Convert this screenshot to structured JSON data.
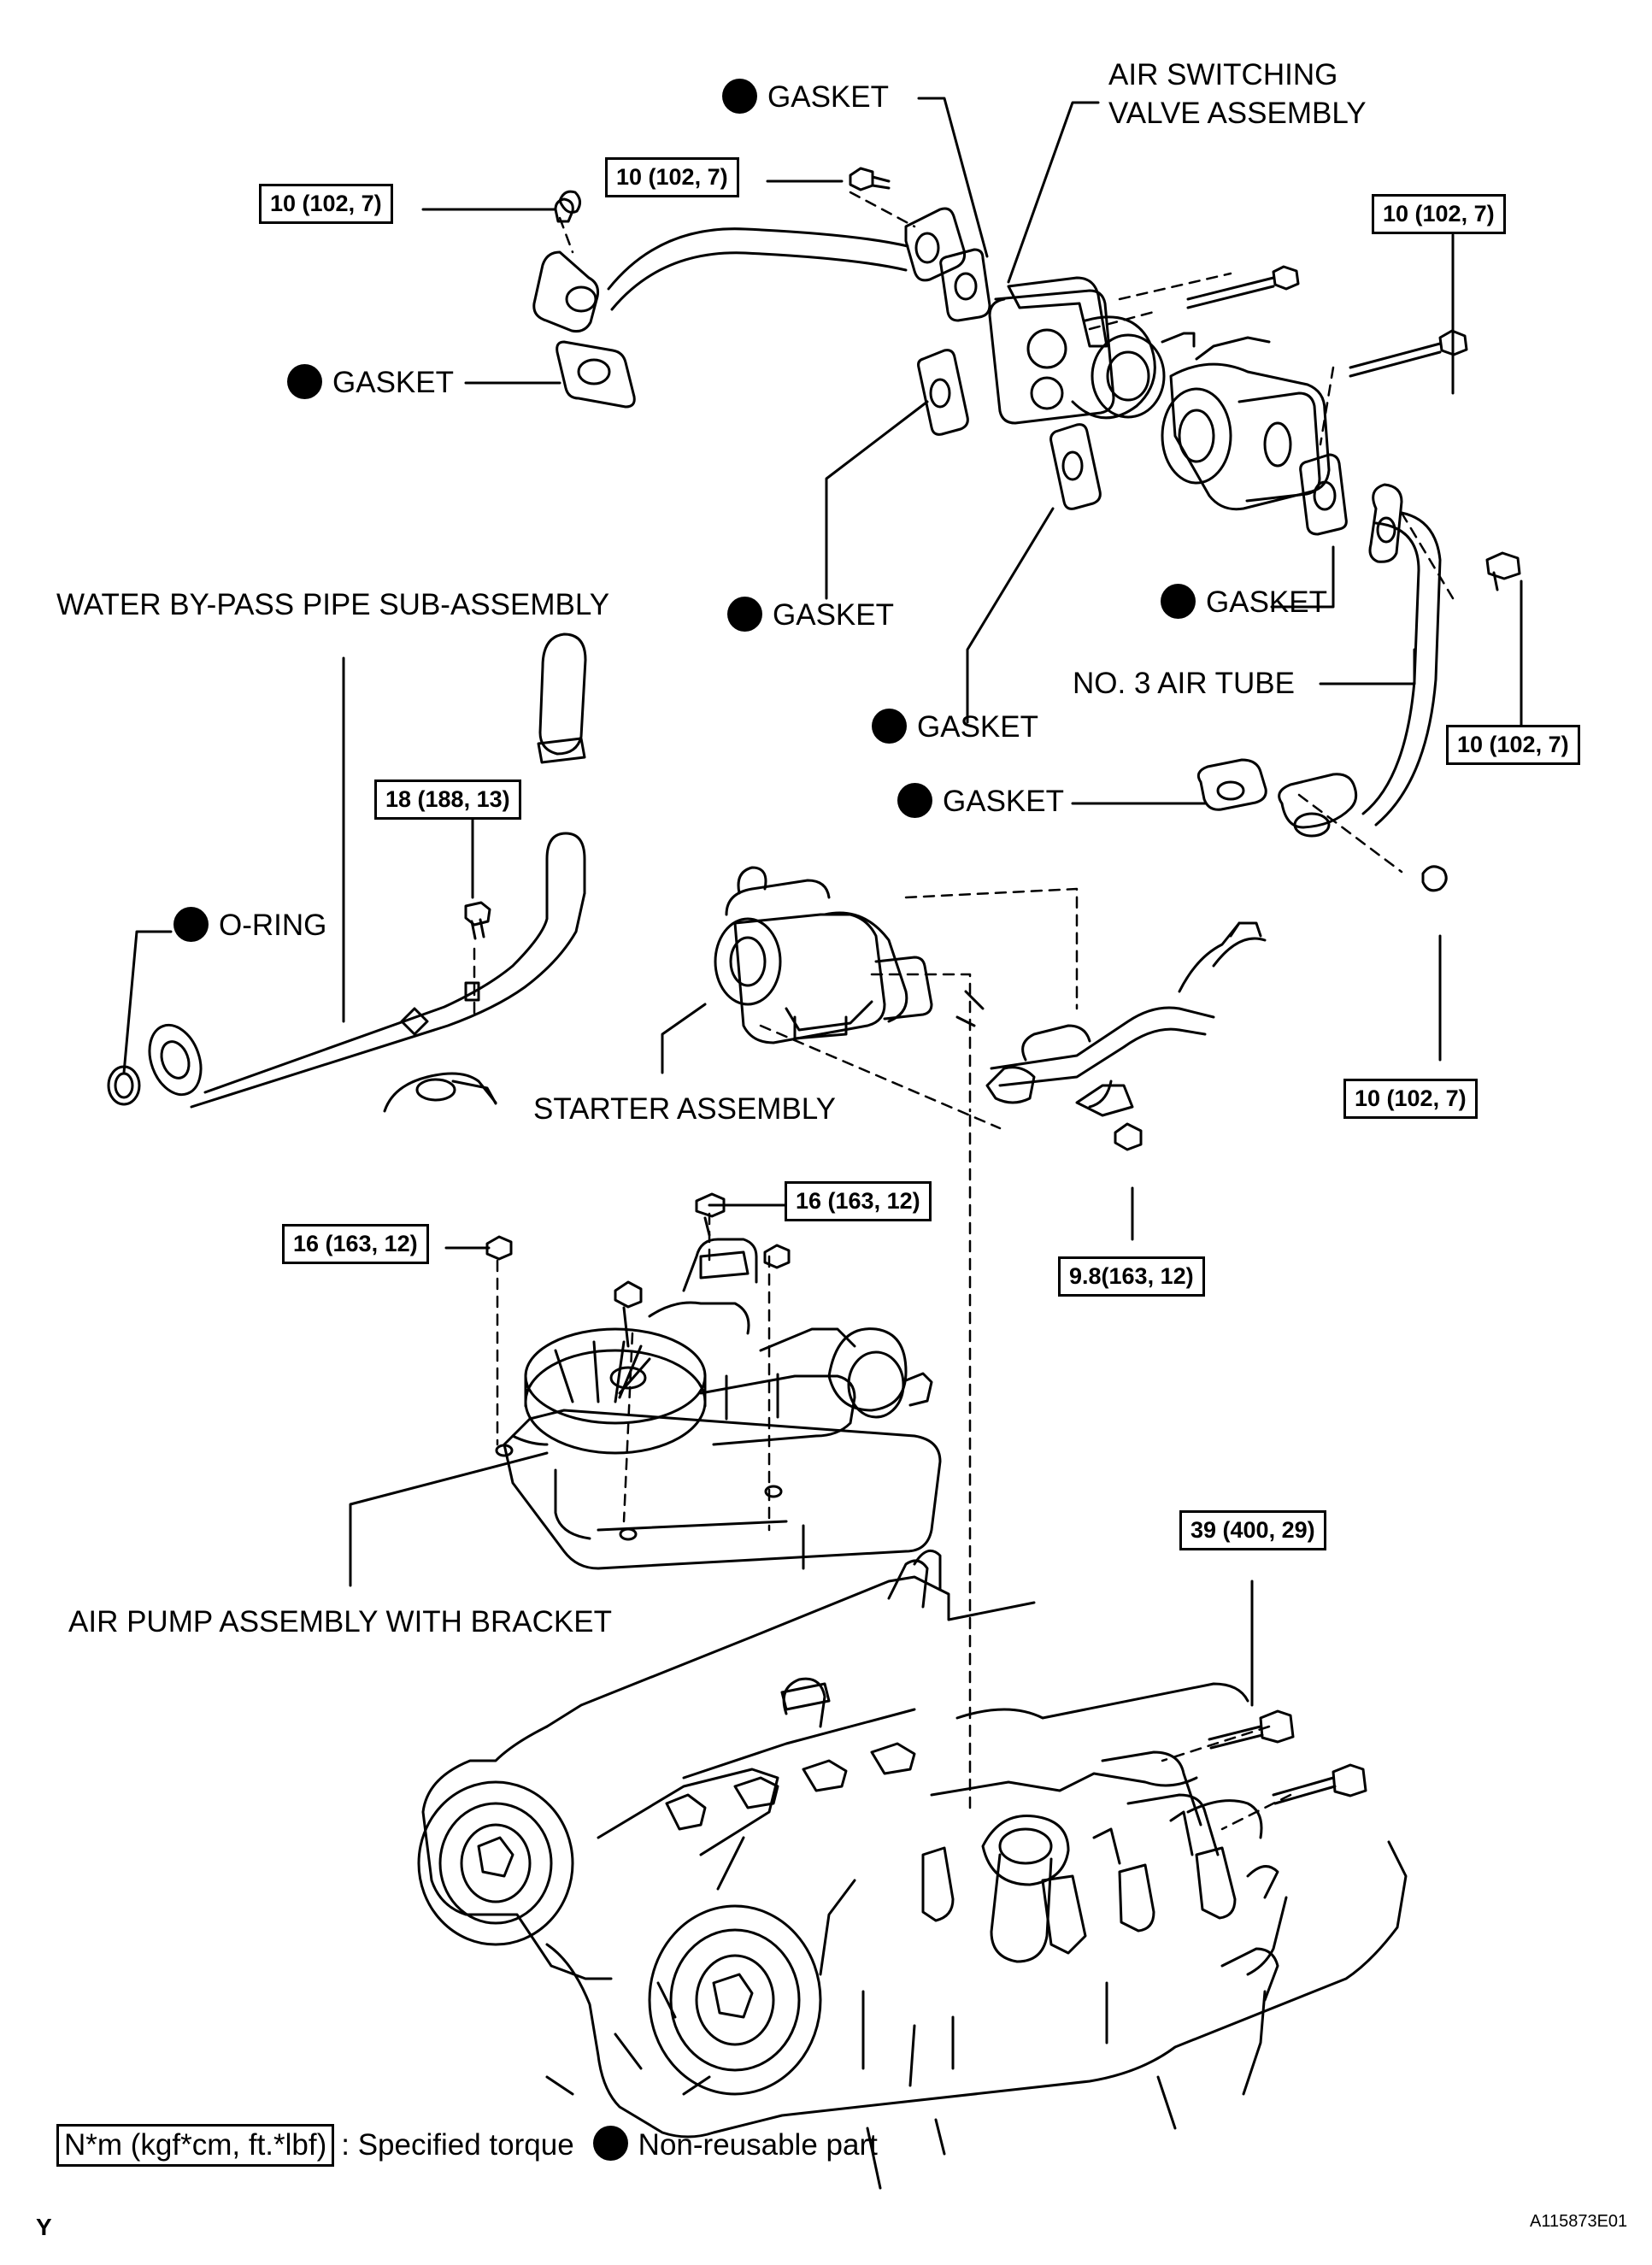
{
  "labels": {
    "gasket_top": "GASKET",
    "air_switching_valve_line1": "AIR SWITCHING",
    "air_switching_valve_line2": "VALVE ASSEMBLY",
    "gasket_left": "GASKET",
    "water_bypass_pipe": "WATER BY-PASS PIPE SUB-ASSEMBLY",
    "gasket_mid": "GASKET",
    "gasket_right": "GASKET",
    "gasket_lower": "GASKET",
    "no3_air_tube": "NO. 3 AIR TUBE",
    "gasket_tube": "GASKET",
    "o_ring": "O-RING",
    "starter_assembly": "STARTER ASSEMBLY",
    "air_pump_assembly": "AIR PUMP ASSEMBLY WITH BRACKET"
  },
  "torques": {
    "t_top_left": "10 (102, 7)",
    "t_top_center": "10 (102, 7)",
    "t_top_right": "10 (102, 7)",
    "t_right_mid": "10 (102, 7)",
    "t_right_low": "10 (102, 7)",
    "t_water_pipe": "18 (188, 13)",
    "t_pump_right": "16 (163, 12)",
    "t_pump_left": "16 (163, 12)",
    "t_starter": "9.8(163, 12)",
    "t_engine": "39 (400, 29)"
  },
  "legend": {
    "unit": "N*m (kgf*cm, ft.*lbf)",
    "torque_text": ": Specified torque",
    "nonreusable_text": "Non-reusable part"
  },
  "corner_mark": "Y",
  "figure_code": "A115873E01",
  "colors": {
    "line": "#000000",
    "background": "#ffffff"
  }
}
